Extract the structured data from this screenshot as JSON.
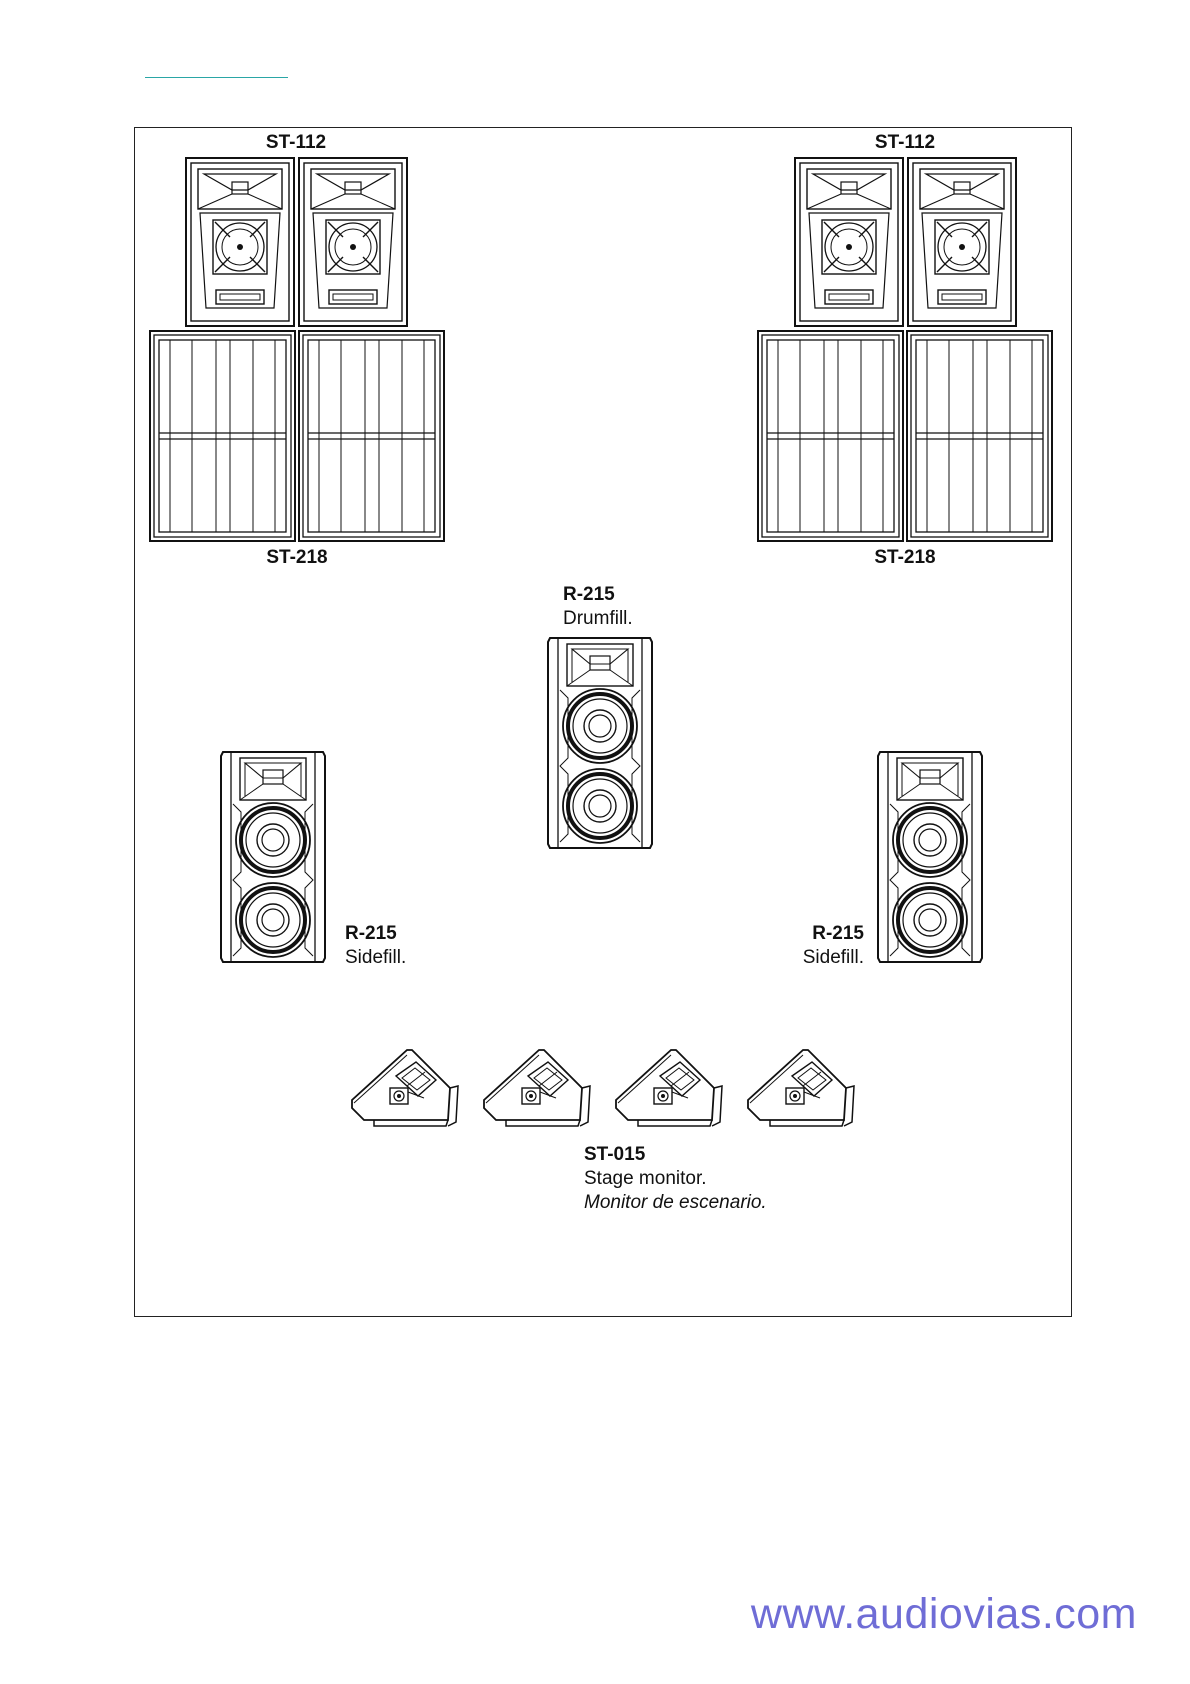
{
  "labels": {
    "st112_left": "ST-112",
    "st112_right": "ST-112",
    "st218_left": "ST-218",
    "st218_right": "ST-218",
    "drumfill_model": "R-215",
    "drumfill_role": "Drumfill.",
    "sidefill_left_model": "R-215",
    "sidefill_left_role": "Sidefill.",
    "sidefill_right_model": "R-215",
    "sidefill_right_role": "Sidefill.",
    "monitor_model": "ST-015",
    "monitor_role": "Stage monitor.",
    "monitor_role_es": "Monitor de escenario."
  },
  "footer": {
    "url": "www.audiovias.com"
  },
  "colors": {
    "rule": "#2aa6a6",
    "footer": "#6f6dd6",
    "line": "#111111"
  }
}
